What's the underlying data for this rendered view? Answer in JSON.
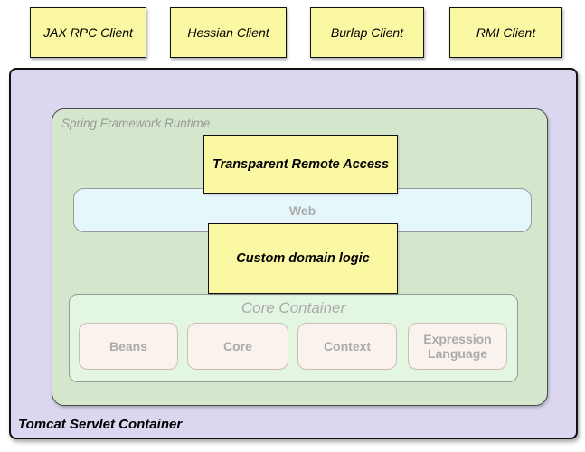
{
  "clients": [
    "JAX RPC Client",
    "Hessian Client",
    "Burlap Client",
    "RMI Client"
  ],
  "tomcat": {
    "label": "Tomcat Servlet Container"
  },
  "runtime": {
    "label": "Spring Framework Runtime"
  },
  "remote_access": {
    "label": "Transparent Remote Access"
  },
  "web": {
    "label": "Web"
  },
  "domain_logic": {
    "label": "Custom domain logic"
  },
  "core_container": {
    "label": "Core Container",
    "modules": [
      "Beans",
      "Core",
      "Context",
      "Expression Language"
    ]
  },
  "colors": {
    "client_box_fill": "#FAF8A2",
    "tomcat_fill": "#DBD7F1",
    "runtime_fill": "#D4E7CC",
    "web_fill": "#E6F7FC",
    "core_fill": "#E2F6E1",
    "module_fill": "#FAF2ED",
    "highlight_fill": "#FAF8A2",
    "muted_text": "#ABABAB",
    "border_dark": "#111111"
  }
}
